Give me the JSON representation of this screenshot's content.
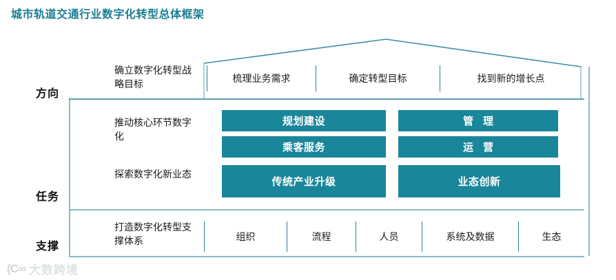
{
  "page": {
    "title": "城市轨道交通行业数字化转型总体框架",
    "accent_color": "#1a8699",
    "title_color": "#1b7e93",
    "rule_color": "#3b8fa2"
  },
  "tiers": [
    {
      "key": "direction",
      "label": "方向"
    },
    {
      "key": "task",
      "label": "任务"
    },
    {
      "key": "support",
      "label": "支撑"
    }
  ],
  "descriptions": {
    "direction": "确立数字化转型战略目标",
    "core_digitization": "推动核心环节数字化",
    "new_business": "探索数字化新业态",
    "support_system": "打造数字化转型支撑体系"
  },
  "direction_row": {
    "cells": [
      {
        "label": "梳理业务需求"
      },
      {
        "label": "确定转型目标"
      },
      {
        "label": "找到新的增长点"
      }
    ]
  },
  "task_blocks": {
    "left": [
      {
        "label": "规划建设",
        "spaced": false
      },
      {
        "label": "乘客服务",
        "spaced": false
      },
      {
        "label": "传统产业升级",
        "spaced": false
      }
    ],
    "right": [
      {
        "label": "管理",
        "spaced": true
      },
      {
        "label": "运营",
        "spaced": true
      },
      {
        "label": "业态创新",
        "spaced": false
      }
    ]
  },
  "support_row": {
    "cells": [
      {
        "label": "组织"
      },
      {
        "label": "流程"
      },
      {
        "label": "人员"
      },
      {
        "label": "系统及数据"
      },
      {
        "label": "生态"
      }
    ]
  },
  "watermark": {
    "logo_glyph": "(C∞",
    "text": "大数跨境"
  }
}
